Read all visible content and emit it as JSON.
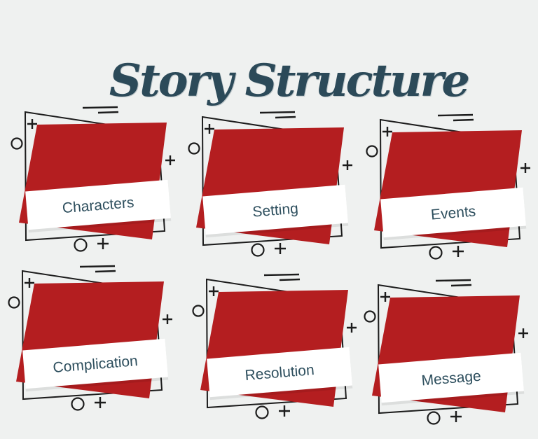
{
  "title": {
    "text": "Story Structure"
  },
  "cards": [
    {
      "label": "Characters"
    },
    {
      "label": "Setting"
    },
    {
      "label": "Events"
    },
    {
      "label": "Complication"
    },
    {
      "label": "Resolution"
    },
    {
      "label": "Message"
    }
  ],
  "colors": {
    "background": "#eff1f0",
    "red_shape": "#b41e20",
    "frame_outline": "#1c1c1c",
    "banner": "#ffffff",
    "label_text": "#2e4f5e",
    "title_text": "#2c4a59"
  },
  "icons": {
    "decorations": [
      "plus-icon",
      "circle-icon",
      "parallel-lines-icon"
    ]
  }
}
